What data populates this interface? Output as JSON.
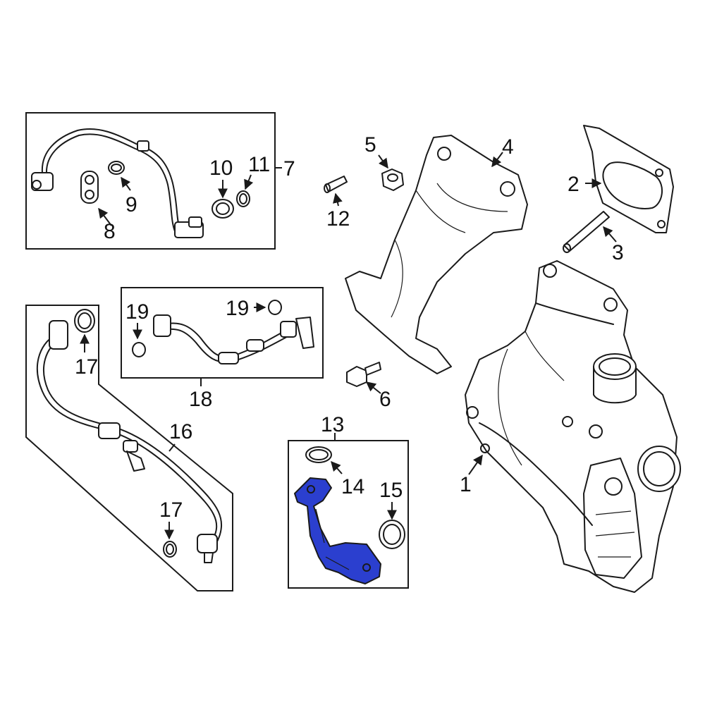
{
  "highlight_color": "#2b3fcf",
  "callouts": {
    "c1": "1",
    "c2": "2",
    "c3": "3",
    "c4": "4",
    "c5": "5",
    "c6": "6",
    "c7": "7",
    "c8": "8",
    "c9": "9",
    "c10": "10",
    "c11": "11",
    "c12": "12",
    "c13": "13",
    "c14": "14",
    "c15": "15",
    "c16": "16",
    "c17a": "17",
    "c17b": "17",
    "c18": "18",
    "c19a": "19",
    "c19b": "19"
  },
  "highlighted_part": "13"
}
